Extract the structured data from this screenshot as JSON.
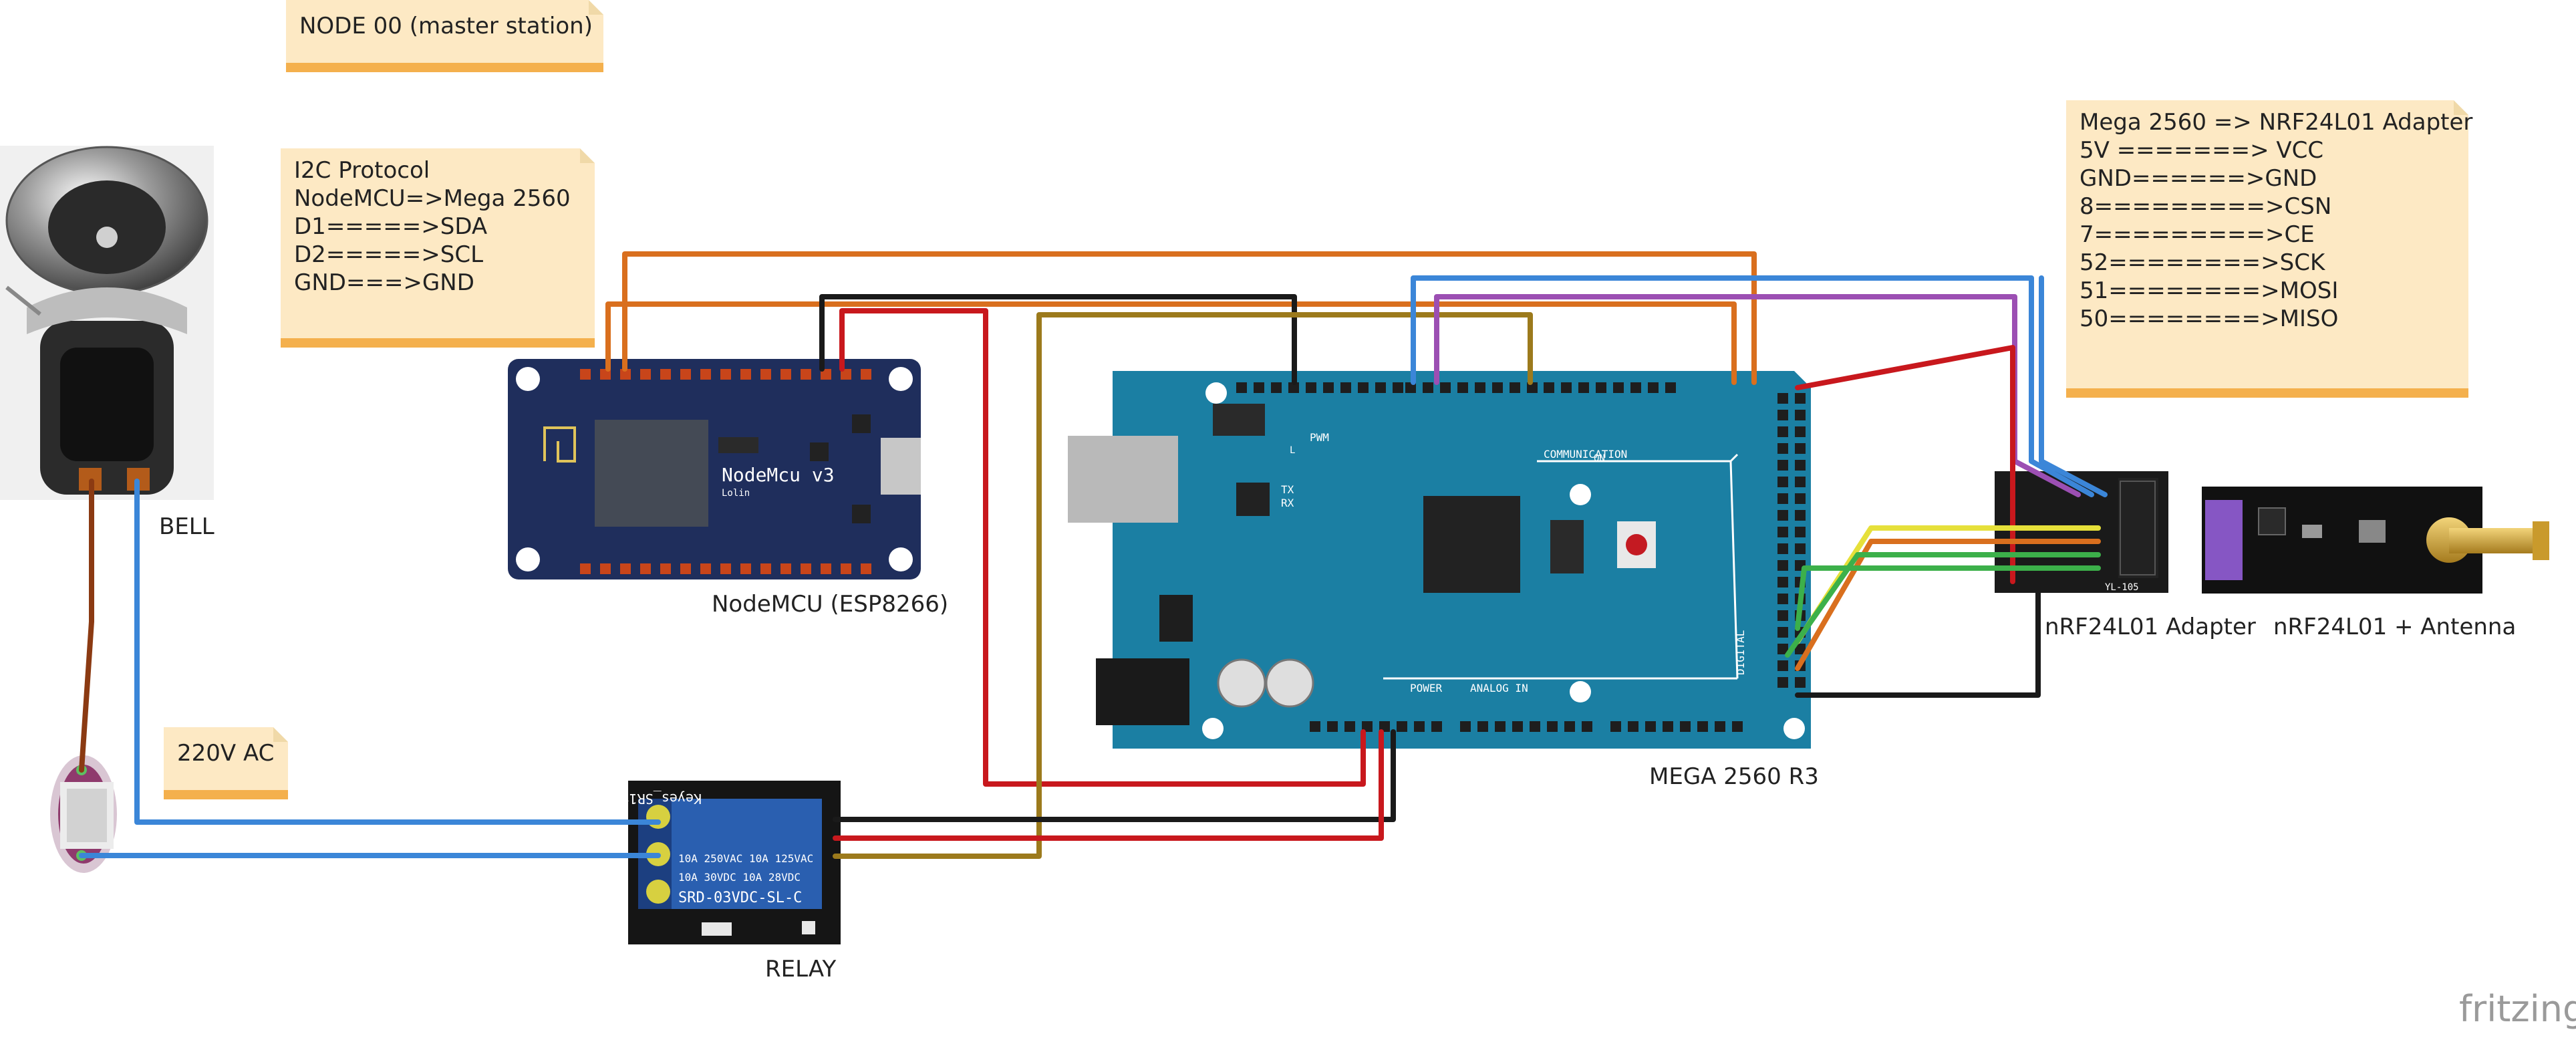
{
  "notes": {
    "node": "NODE 00 (master station)",
    "i2c": [
      "I2C Protocol",
      "NodeMCU=>Mega 2560",
      "D1=====>SDA",
      "D2=====>SCL",
      "GND===>GND"
    ],
    "ac": "220V AC",
    "nrf": [
      "Mega 2560 => NRF24L01 Adapter",
      "5V =======> VCC",
      "GND======>GND",
      "8=========>CSN",
      "7=========>CE",
      "52========>SCK",
      "51========>MOSI",
      "50========>MISO"
    ]
  },
  "labels": {
    "bell": "BELL",
    "nodemcu": "NodeMCU (ESP8266)",
    "mega": "MEGA 2560 R3",
    "relay": "RELAY",
    "adapter": "nRF24L01 Adapter",
    "antenna": "nRF24L01 + Antenna",
    "brand": "fritzing"
  },
  "board_text": {
    "nodemcu_title": "NodeMcu v3",
    "nodemcu_sub": "Lolin",
    "mega_pwm": "PWM",
    "mega_comm": "COMMUNICATION",
    "mega_power": "POWER",
    "mega_analog": "ANALOG IN",
    "mega_digital": "DIGITAL",
    "mega_tx": "TX",
    "mega_rx": "RX",
    "mega_l": "L",
    "mega_on": "ON",
    "relay_brand": "Keyes_SR1y",
    "relay_rating1": "10A 250VAC  10A 125VAC",
    "relay_rating2": "10A  30VDC  10A  28VDC",
    "relay_model": "SRD-03VDC-SL-C",
    "adapter_model": "YL-105"
  },
  "colors": {
    "note_bg": "#fde9c4",
    "note_edge": "#f4b04d",
    "board_teal": "#1b7fa3",
    "nodemcu_blue": "#1f2e5c",
    "relay_blue": "#2a5fb0",
    "wire_red": "#c8181d",
    "wire_black": "#1a1a1a",
    "wire_orange": "#d96f1e",
    "wire_blue": "#3b86d8",
    "wire_purple": "#9c4fb3",
    "wire_olive": "#9c7a1c",
    "wire_yellow": "#e6e03a",
    "wire_green": "#3cb04a",
    "wire_brown": "#8b3a12"
  }
}
